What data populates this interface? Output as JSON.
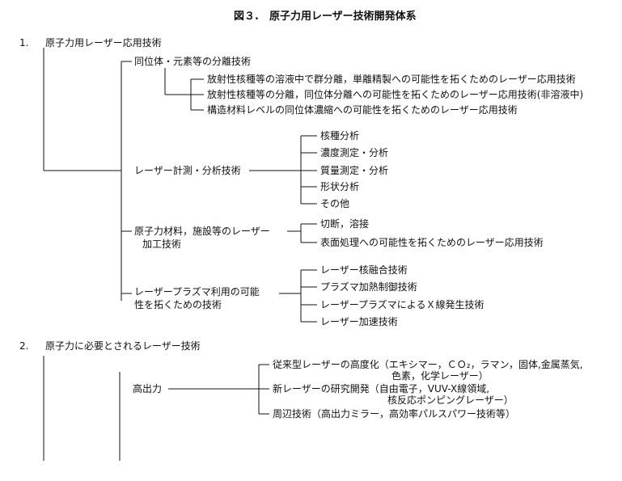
{
  "figure_title": "図３.　原子力用レーザー技術開発体系",
  "section1": {
    "number": "1.",
    "title": "原子力用レーザー応用技術",
    "isotope": {
      "label": "同位体・元素等の分離技術",
      "items": [
        "放射性核種等の溶液中で群分離，単離精製への可能性を拓くためのレーザー応用技術",
        "放射性核種等の分離，同位体分離への可能性を拓くためのレーザー応用技術(非溶液中)",
        "構造材料レベルの同位体濃縮への可能性を拓くためのレーザー応用技術"
      ]
    },
    "measurement": {
      "label": "レーザー計測・分析技術",
      "items": [
        "核種分析",
        "濃度測定・分析",
        "質量測定・分析",
        "形状分析",
        "その他"
      ]
    },
    "processing": {
      "label_line1": "原子力材料，施設等のレーザー",
      "label_line2": "加工技術",
      "items": [
        "切断，溶接",
        "表面処理への可能性を拓くためのレーザー応用技術"
      ]
    },
    "plasma": {
      "label_line1": "レーザープラズマ利用の可能",
      "label_line2": "性を拓くための技術",
      "items": [
        "レーザー核融合技術",
        "プラズマ加熱制御技術",
        "レーザープラズマによるＸ線発生技術",
        "レーザー加速技術"
      ]
    }
  },
  "section2": {
    "number": "2.",
    "title": "原子力に必要とされるレーザー技術",
    "high_power": {
      "label": "高出力",
      "items": [
        {
          "line1": "従来型レーザーの高度化（エキシマー，ＣＯ₂，ラマン，固体,金属蒸気,",
          "line2": "色素，化学レーザー）"
        },
        {
          "line1": "新レーザーの研究開発（自由電子，VUV-X線領域,",
          "line2": "核反応ポンピングレーザー）"
        },
        {
          "line1": "周辺技術（高出力ミラー，高効率パルスパワー技術等）",
          "line2": ""
        }
      ]
    }
  }
}
